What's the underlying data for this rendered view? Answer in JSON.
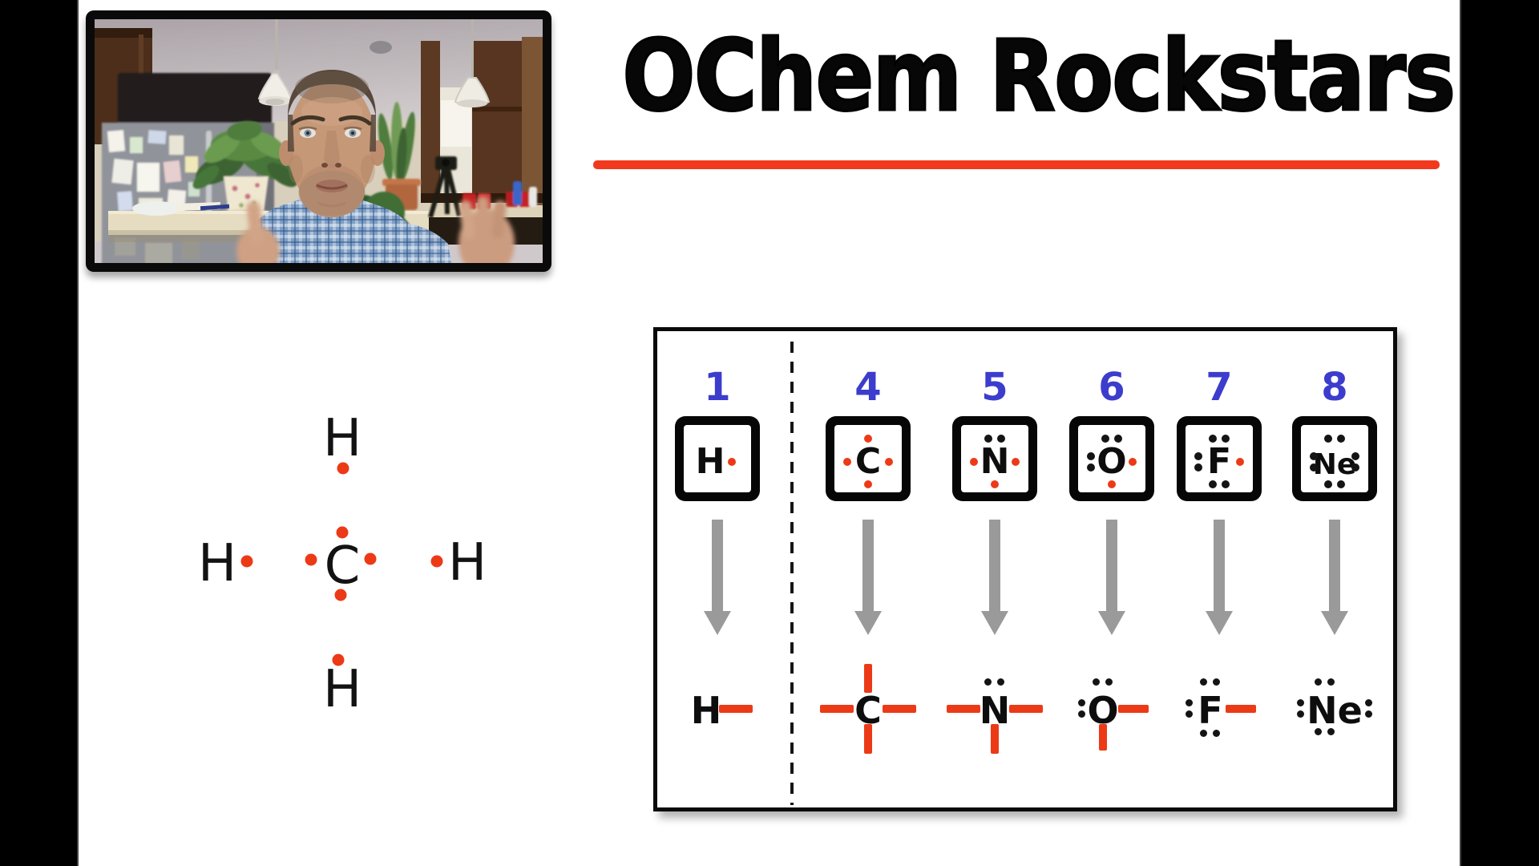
{
  "slide": {
    "title": "OChem Rockstars"
  },
  "methane_diagram": {
    "center_atom": "C",
    "top_atom": "H",
    "left_atom": "H",
    "right_atom": "H",
    "bottom_atom": "H"
  },
  "valence_table": {
    "columns": [
      {
        "valence_electrons": "1",
        "symbol": "H",
        "lone_pairs": 0,
        "unpaired_electrons": 1,
        "bonds_formed": 1
      },
      {
        "valence_electrons": "4",
        "symbol": "C",
        "lone_pairs": 0,
        "unpaired_electrons": 4,
        "bonds_formed": 4
      },
      {
        "valence_electrons": "5",
        "symbol": "N",
        "lone_pairs": 1,
        "unpaired_electrons": 3,
        "bonds_formed": 3
      },
      {
        "valence_electrons": "6",
        "symbol": "O",
        "lone_pairs": 2,
        "unpaired_electrons": 2,
        "bonds_formed": 2
      },
      {
        "valence_electrons": "7",
        "symbol": "F",
        "lone_pairs": 3,
        "unpaired_electrons": 1,
        "bonds_formed": 1
      },
      {
        "valence_electrons": "8",
        "symbol": "Ne",
        "lone_pairs": 4,
        "unpaired_electrons": 0,
        "bonds_formed": 0
      }
    ]
  },
  "colors": {
    "electron_red": "#ec3a17",
    "valence_number_blue": "#3c3ccd",
    "arrow_gray": "#9a9a9a",
    "title_underline_red": "#f2391d"
  },
  "webcam": {
    "description": "Presenter speaking in a kitchen with refrigerator, plants and pendant lights"
  }
}
